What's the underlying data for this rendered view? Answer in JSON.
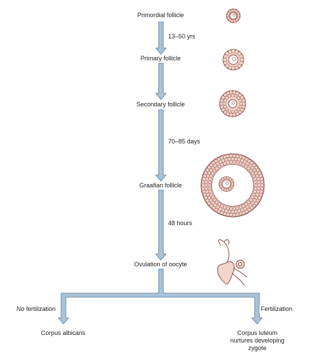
{
  "colors": {
    "arrow_fill": "#a9c2d6",
    "arrow_stroke": "#5f7f99",
    "cell_fill": "#f3d5cc",
    "cell_stroke": "#8a4e45"
  },
  "stages": [
    {
      "label": "Primordial follicle",
      "icon": "primordial-follicle-icon"
    },
    {
      "label": "Primary follicle",
      "icon": "primary-follicle-icon"
    },
    {
      "label": "Secondary follicle",
      "icon": "secondary-follicle-icon"
    },
    {
      "label": "Graafian follicle",
      "icon": "graafian-follicle-icon"
    },
    {
      "label": "Ovulation of oocyte",
      "icon": "ovulation-icon"
    }
  ],
  "durations": [
    "13–50 yrs",
    "70–85 days",
    "48 hours"
  ],
  "branches": {
    "left": {
      "emphasis": "No",
      "rest": " fertilization",
      "outcome": "Corpus albicans"
    },
    "right": {
      "label": "Fertilization",
      "outcome_lines": [
        "Corpus luteum",
        "nurtures developing",
        "zygote"
      ]
    }
  }
}
